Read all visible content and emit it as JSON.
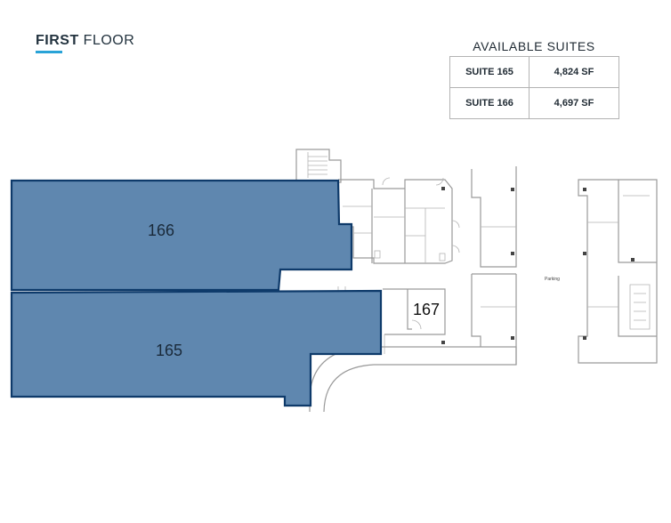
{
  "header": {
    "title_bold": "FIRST",
    "title_rest": "FLOOR"
  },
  "available": {
    "heading": "AVAILABLE SUITES",
    "suites": [
      {
        "name": "SUITE 165",
        "area": "4,824 SF"
      },
      {
        "name": "SUITE 166",
        "area": "4,697 SF"
      }
    ]
  },
  "plan": {
    "suite_166_label": "166",
    "suite_165_label": "165",
    "suite_167_label": "167",
    "parking_label": "Parking"
  },
  "colors": {
    "suite_fill": "#5f87af",
    "suite_outline": "#0e3a6a",
    "accent": "#29a3d7"
  }
}
